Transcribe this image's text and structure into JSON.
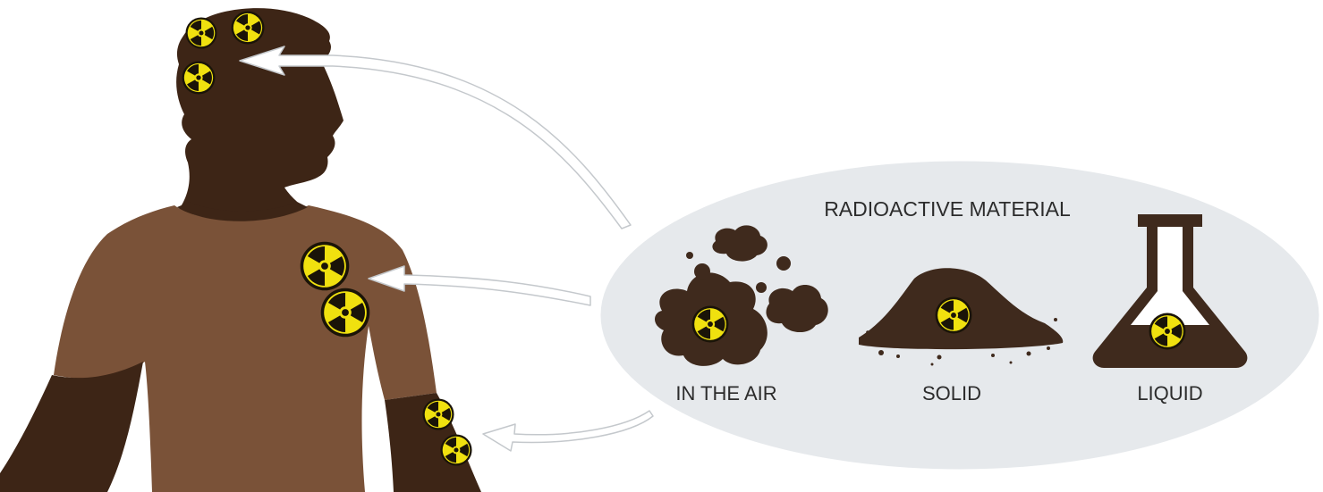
{
  "diagram": {
    "title": "RADIOACTIVE MATERIAL",
    "states": [
      {
        "label": "IN THE AIR",
        "icon": "smoke-cloud-icon"
      },
      {
        "label": "SOLID",
        "icon": "dirt-pile-icon"
      },
      {
        "label": "LIQUID",
        "icon": "flask-icon"
      }
    ],
    "colors": {
      "skin": "#3d2516",
      "shirt": "#7a5238",
      "material": "#3f2a1d",
      "hazard_yellow": "#f0e10f",
      "hazard_black": "#1a1408",
      "ellipse_fill": "#e6e9ec",
      "arrow_fill": "#ffffff",
      "arrow_stroke": "#c4c8cc"
    }
  }
}
